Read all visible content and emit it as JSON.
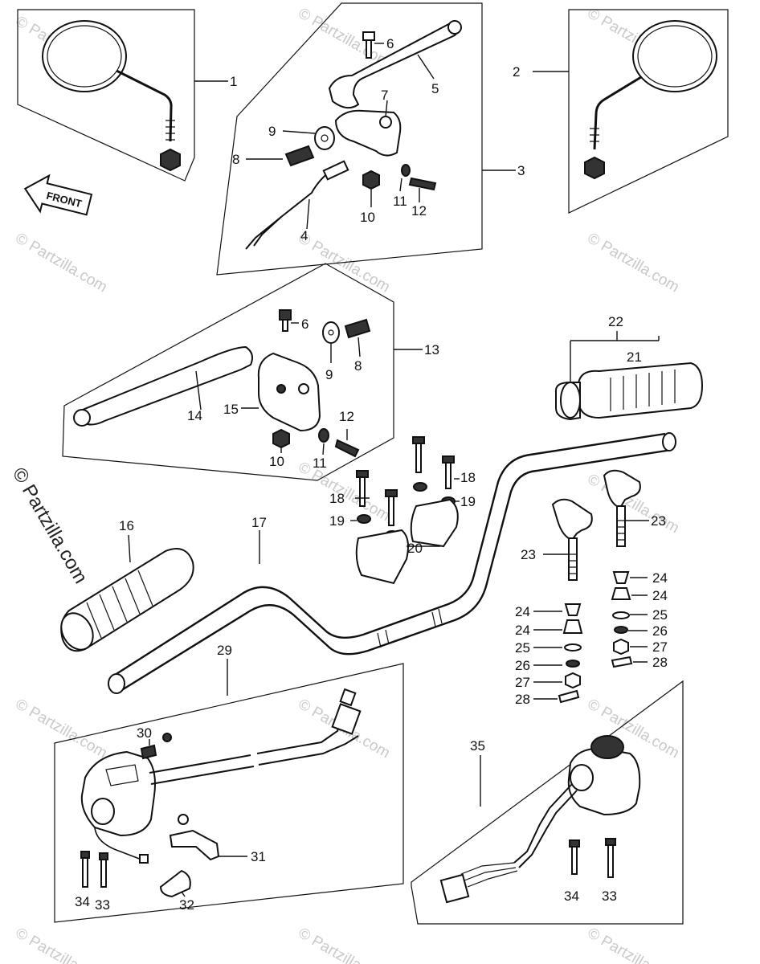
{
  "front_label": "FRONT",
  "watermark_text": "© Partzilla.com",
  "side_watermark": "© Partzilla.com",
  "labels": {
    "l1": "1",
    "l2": "2",
    "l3": "3",
    "l4": "4",
    "l5": "5",
    "l6a": "6",
    "l6b": "6",
    "l7": "7",
    "l8a": "8",
    "l8b": "8",
    "l9a": "9",
    "l9b": "9",
    "l10a": "10",
    "l10b": "10",
    "l11a": "11",
    "l11b": "11",
    "l12a": "12",
    "l12b": "12",
    "l13": "13",
    "l14": "14",
    "l15": "15",
    "l16": "16",
    "l17": "17",
    "l18a": "18",
    "l18b": "18",
    "l19a": "19",
    "l19b": "19",
    "l20": "20",
    "l21": "21",
    "l22": "22",
    "l23a": "23",
    "l23b": "23",
    "l24a": "24",
    "l24b": "24",
    "l24c": "24",
    "l24d": "24",
    "l25a": "25",
    "l25b": "25",
    "l26a": "26",
    "l26b": "26",
    "l27a": "27",
    "l27b": "27",
    "l28a": "28",
    "l28b": "28",
    "l29": "29",
    "l30": "30",
    "l31": "31",
    "l32": "32",
    "l33a": "33",
    "l33b": "33",
    "l34a": "34",
    "l34b": "34",
    "l35": "35"
  },
  "colors": {
    "ink": "#111111",
    "watermark": "#c9c9c9",
    "background": "#ffffff"
  }
}
